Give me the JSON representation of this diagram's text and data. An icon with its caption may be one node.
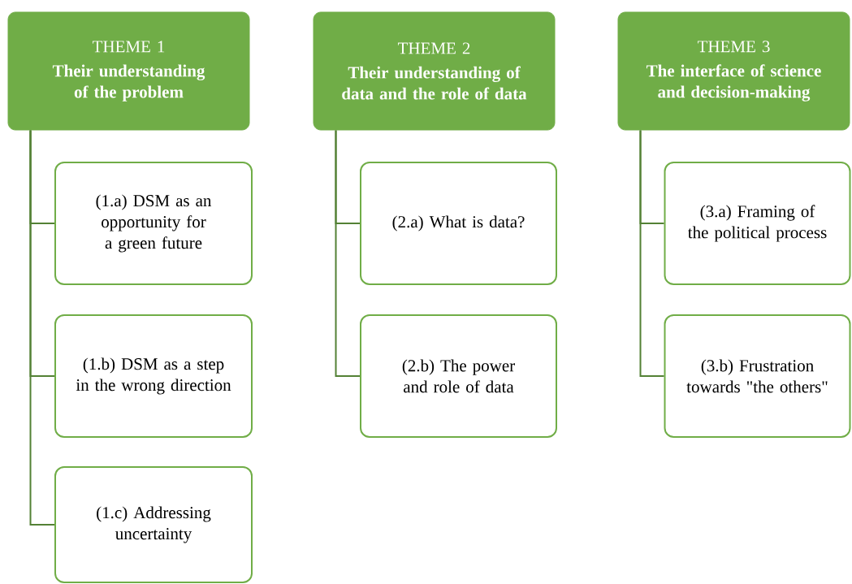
{
  "diagram": {
    "nodes": [
      {
        "text": [
          "THEME 1",
          "Their understanding of the problem"
        ]
      },
      {
        "text": [
          "(1.a) DSM as an opportunity for a green future"
        ]
      },
      {
        "text": [
          "(1.b) DSM as a step in the wrong direction"
        ]
      },
      {
        "text": [
          "(1.c) Addressing uncertainty"
        ]
      },
      {
        "text": [
          "THEME 2",
          "Their understanding of data and the role of data"
        ]
      },
      {
        "text": [
          "(2.a) What is data?"
        ]
      },
      {
        "text": [
          "(2.b) The power and role of data"
        ]
      },
      {
        "text": [
          "THEME 3",
          "The interface of science and decision-making"
        ]
      },
      {
        "text": [
          "(3.a) Framing of the political process"
        ]
      },
      {
        "text": [
          "(3.b) Frustration towards \"the others\""
        ]
      }
    ],
    "edges": [
      {
        "from": 0,
        "to": 1,
        "arrow": "none"
      },
      {
        "from": 0,
        "to": 2,
        "arrow": "none"
      },
      {
        "from": 0,
        "to": 3,
        "arrow": "none"
      },
      {
        "from": 4,
        "to": 5,
        "arrow": "none"
      },
      {
        "from": 4,
        "to": 6,
        "arrow": "none"
      },
      {
        "from": 7,
        "to": 8,
        "arrow": "none"
      },
      {
        "from": 7,
        "to": 9,
        "arrow": "none"
      }
    ]
  }
}
